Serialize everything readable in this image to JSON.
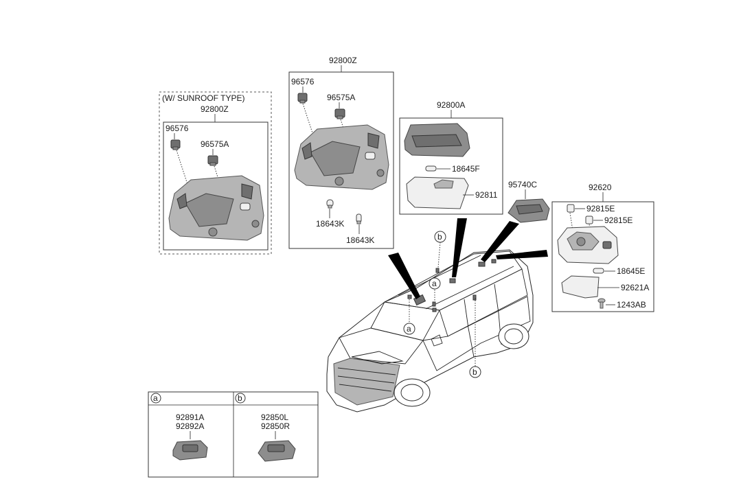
{
  "labels": {
    "sunroof_type": "(W/ SUNROOF TYPE)",
    "group_92800Z_sunroof": "92800Z",
    "group_92800Z_std": "92800Z",
    "group_92800A": "92800A",
    "group_92620": "92620",
    "p96576_a": "96576",
    "p96575A_a": "96575A",
    "p96576_b": "96576",
    "p96575A_b": "96575A",
    "p18643K_a": "18643K",
    "p18643K_b": "18643K",
    "p18645F": "18645F",
    "p92811": "92811",
    "p95740C": "95740C",
    "p92815E_a": "92815E",
    "p92815E_b": "92815E",
    "p18645E": "18645E",
    "p92621A": "92621A",
    "p1243AB": "1243AB",
    "marker_a1": "a",
    "marker_a2": "a",
    "marker_b1": "b",
    "marker_b2": "b"
  },
  "legend": {
    "a": {
      "letter": "a",
      "part1": "92891A",
      "part2": "92892A"
    },
    "b": {
      "letter": "b",
      "part1": "92850L",
      "part2": "92850R"
    }
  }
}
